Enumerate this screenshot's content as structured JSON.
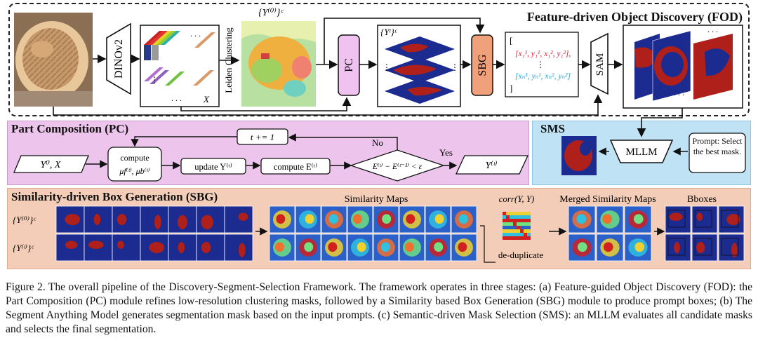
{
  "fod": {
    "title": "Feature-driven Object Discovery (FOD)",
    "dinov2": "DINOv2",
    "leiden": "Leiden Clustering",
    "x_label": "X",
    "y0_set": "{Y⁽⁰⁾}ᶜ",
    "yt_set": "{Yᵗ}ᶜ",
    "pc": "PC",
    "sbg": "SBG",
    "sam": "SAM",
    "box_open": "[",
    "box_row1": "[x₁¹, y₁¹, x₁², y₁²],",
    "box_row2": "[xₙ¹, yₙ¹, xₙ², yₙ²]",
    "box_close": "]",
    "dots": "⋮"
  },
  "pc": {
    "title": "Part Composition (PC)",
    "input": "Y⁰, X",
    "compute_mu_1": "compute",
    "compute_mu_2": "μf⁽ᵗ⁾, μb⁽ᵗ⁾",
    "update": "update Y⁽ᵗ⁾",
    "compute_e": "compute E⁽ᵗ⁾",
    "condition": "E⁽ᵗ⁾ − E⁽ᵗ⁻¹⁾ < ε",
    "increment": "t += 1",
    "no": "No",
    "yes": "Yes",
    "output": "Y⁽ᵗ⁾"
  },
  "sms": {
    "title": "SMS",
    "mllm": "MLLM",
    "prompt": "Prompt: Select the best mask."
  },
  "sbg": {
    "title": "Similarity-driven Box Generation (SBG)",
    "row0": "{Y⁽⁰⁾}ᶜ",
    "rowt": "{Y⁽ᵗ⁾}ᶜ",
    "similarity_maps": "Similarity Maps",
    "corr": "corr(Y, Y)",
    "dedup": "de-duplicate",
    "merged": "Merged Similarity Maps",
    "bboxes": "Bboxes"
  },
  "caption": "Figure 2. The overall pipeline of the Discovery-Segment-Selection Framework. The framework operates in three stages: (a) Feature-guided Object Discovery (FOD): the Part Composition (PC) module refines low-resolution clustering masks, followed by a Similarity based Box Generation (SBG) module to produce prompt boxes; (b) The Segment Anything Model generates segmentation mask based on the input prompts. (c) Semantic-driven Mask Selection (SMS): an MLLM evaluates all candidate masks and selects the final segmentation.",
  "colors": {
    "pc_fill": "#ecc4ec",
    "sms_fill": "#bfe3f4",
    "sbg_fill": "#f3cdb7",
    "sbg_module": "#f0a07a",
    "pc_module": "#f0c2f0",
    "mask_blue": "#1c2b8f",
    "mask_red": "#b0201a",
    "highlight_red": "#e0223a",
    "highlight_cyan": "#1aa6d8"
  }
}
